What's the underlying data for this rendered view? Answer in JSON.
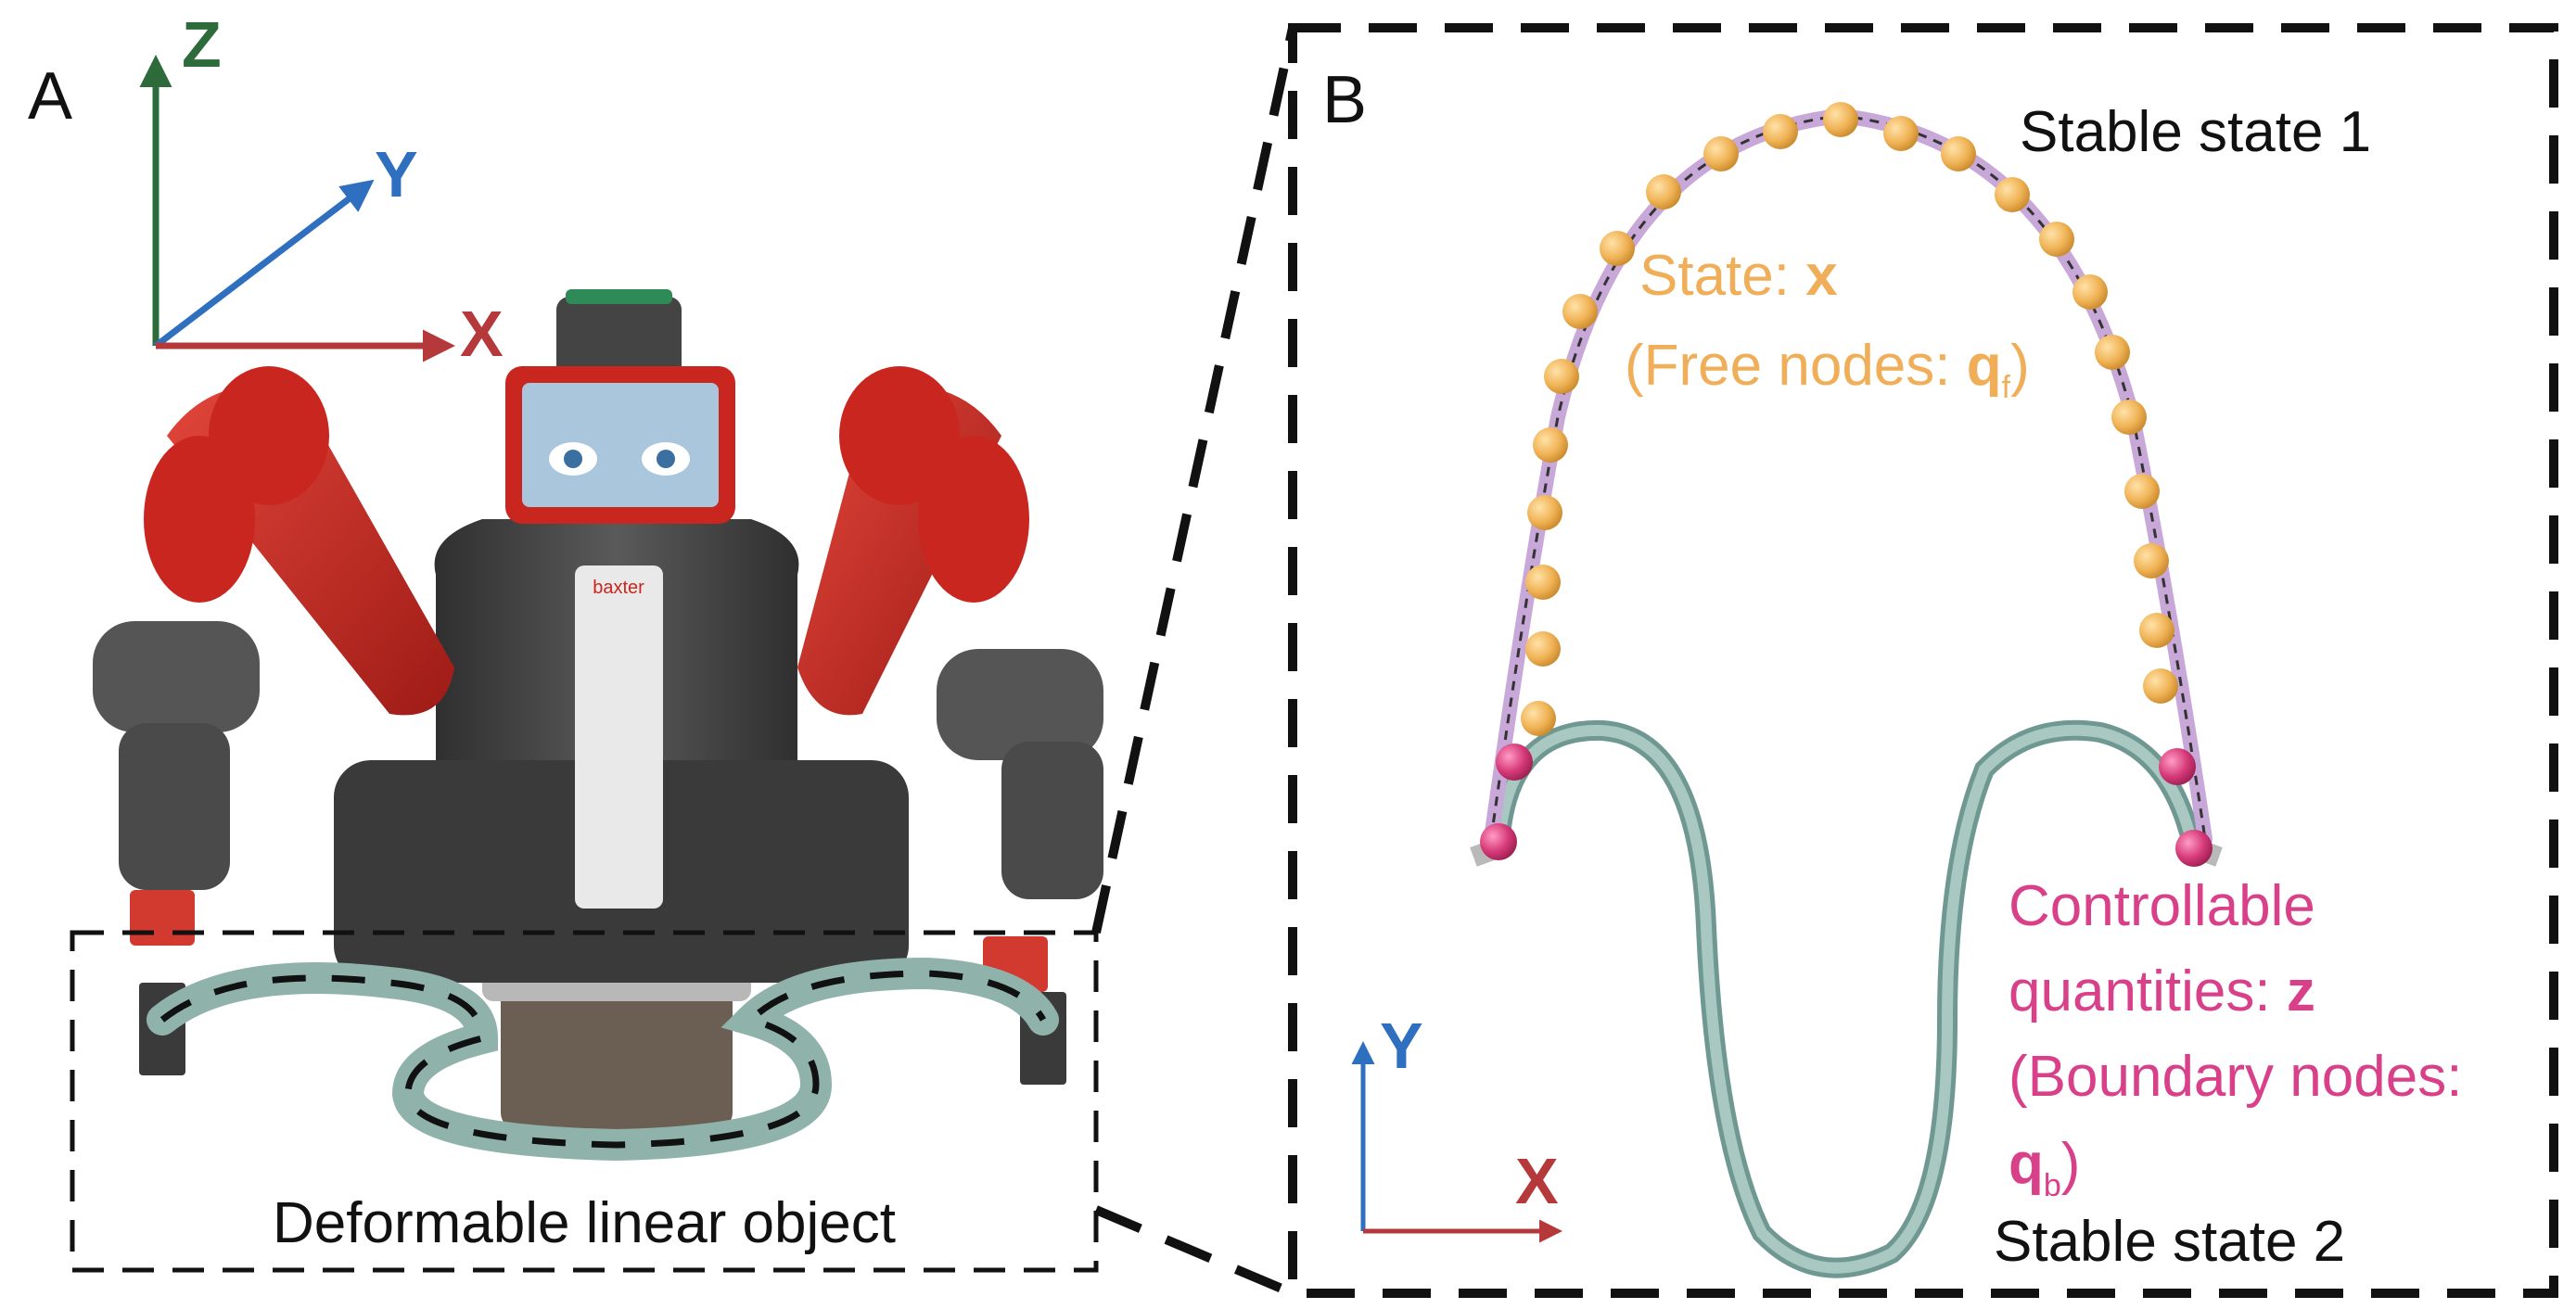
{
  "colors": {
    "axis_z": "#2e6b3a",
    "axis_y": "#2f6fc0",
    "axis_x": "#b5393a",
    "robot_red": "#c9261f",
    "robot_dark": "#4a4a4a",
    "strip": "#8fb2aa",
    "rod": "#c8a8d8",
    "free_node": "#f0b356",
    "boundary_node": "#d63a78",
    "free_text": "#efae57",
    "boundary_text": "#d9408a",
    "dashes": "#111111"
  },
  "panel_a": {
    "label": "A",
    "axes": {
      "z": "Z",
      "y": "Y",
      "x": "X"
    },
    "robot_screen_text": "baxter",
    "caption": "Deformable linear object"
  },
  "panel_b": {
    "label": "B",
    "stable_state_1": "Stable state 1",
    "stable_state_2": "Stable state 2",
    "state_prefix": "State: ",
    "state_symbol": "x",
    "free_nodes_prefix": "(Free nodes: ",
    "free_nodes_symbol": "q",
    "free_nodes_sub": "f",
    "free_nodes_suffix": ")",
    "controllable_line1": "Controllable",
    "controllable_line2_prefix": "quantities: ",
    "controllable_symbol": "z",
    "boundary_line": "(Boundary nodes:",
    "boundary_symbol": "q",
    "boundary_sub": "b",
    "boundary_suffix": ")",
    "axes": {
      "y": "Y",
      "x": "X"
    }
  }
}
